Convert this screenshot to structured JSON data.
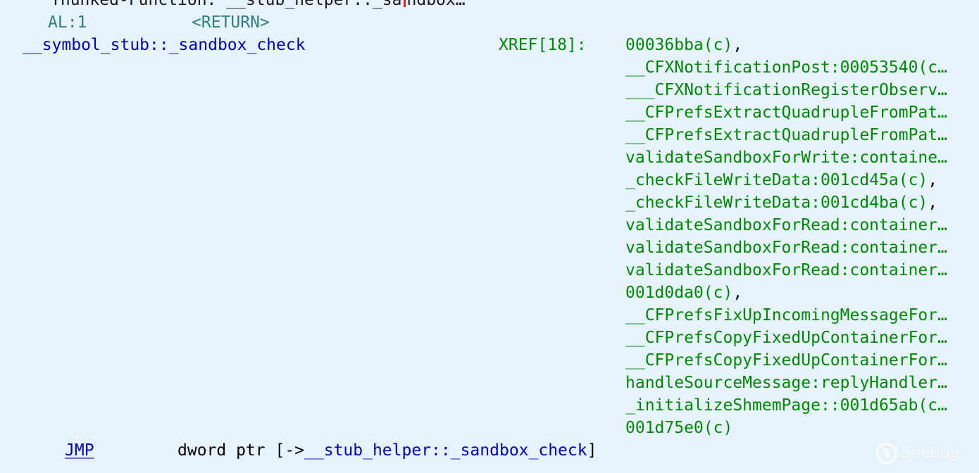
{
  "listing": {
    "thunk": {
      "prefix": "Thunked-Function: __stub_helper::_sa",
      "suffix": "ndbox…"
    },
    "parameter": {
      "location": "AL:1",
      "name": "<RETURN>"
    },
    "symbol_label": "__symbol_stub::_sandbox_check",
    "xref": {
      "header": "XREF[18]:",
      "entries": [
        {
          "ref": "00036bba(c)",
          "sep": ","
        },
        {
          "ref": "__CFXNotificationPost:00053540(c…",
          "sep": ""
        },
        {
          "ref": "___CFXNotificationRegisterObserv…",
          "sep": ""
        },
        {
          "ref": "__CFPrefsExtractQuadrupleFromPat…",
          "sep": ""
        },
        {
          "ref": "__CFPrefsExtractQuadrupleFromPat…",
          "sep": ""
        },
        {
          "ref": "validateSandboxForWrite:containe…",
          "sep": ""
        },
        {
          "ref": "_checkFileWriteData:001cd45a(c)",
          "sep": ","
        },
        {
          "ref": "_checkFileWriteData:001cd4ba(c)",
          "sep": ","
        },
        {
          "ref": "validateSandboxForRead:container…",
          "sep": ""
        },
        {
          "ref": "validateSandboxForRead:container…",
          "sep": ""
        },
        {
          "ref": "validateSandboxForRead:container…",
          "sep": ""
        },
        {
          "ref": "001d0da0(c)",
          "sep": ","
        },
        {
          "ref": "__CFPrefsFixUpIncomingMessageFor…",
          "sep": ""
        },
        {
          "ref": "__CFPrefsCopyFixedUpContainerFor…",
          "sep": ""
        },
        {
          "ref": "__CFPrefsCopyFixedUpContainerFor…",
          "sep": ""
        },
        {
          "ref": "handleSourceMessage:replyHandler…",
          "sep": ""
        },
        {
          "ref": "_initializeShmemPage::001d65ab(c…",
          "sep": ""
        },
        {
          "ref": "001d75e0(c)",
          "sep": ""
        }
      ]
    },
    "instruction": {
      "mnemonic": "JMP",
      "operand_prefix": "dword ptr [",
      "operand_arrow": "->",
      "operand_target": "__stub_helper::_sandbox_check",
      "operand_suffix": "]"
    }
  },
  "watermark": {
    "text": "Seebug",
    "icon": "seebug-logo-icon"
  },
  "colors": {
    "background": "#e6f3fd",
    "label": "#0000c0",
    "xref": "#008a00",
    "parameter": "#2f7f7f",
    "cursor": "#ff1010"
  }
}
